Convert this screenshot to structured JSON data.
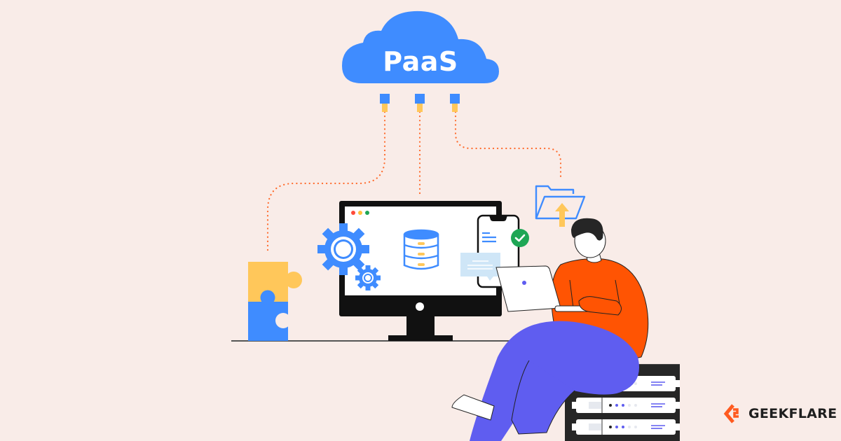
{
  "illustration": {
    "cloud": {
      "label": "PaaS",
      "color": "#3f8cff"
    },
    "brand": {
      "name": "GEEKFLARE",
      "logo_color": "#ff5a1f"
    },
    "colors": {
      "background": "#f9ece8",
      "blue": "#3f8cff",
      "yellow": "#ffc75a",
      "orange": "#ff5403",
      "purple": "#5f5df0",
      "dark": "#1e1e1e",
      "green": "#1fa655",
      "dotted_line": "#ff6a2b"
    },
    "elements": [
      "puzzle-pieces",
      "monitor-with-gears-and-database",
      "phone-with-checkmark",
      "chat-bubble",
      "folder-upload",
      "person-with-laptop",
      "server-rack"
    ],
    "monitor": {
      "window_dots": [
        "#ff4b3a",
        "#ffc13a",
        "#1fa655"
      ]
    },
    "server_rack": {
      "units": 3
    }
  }
}
